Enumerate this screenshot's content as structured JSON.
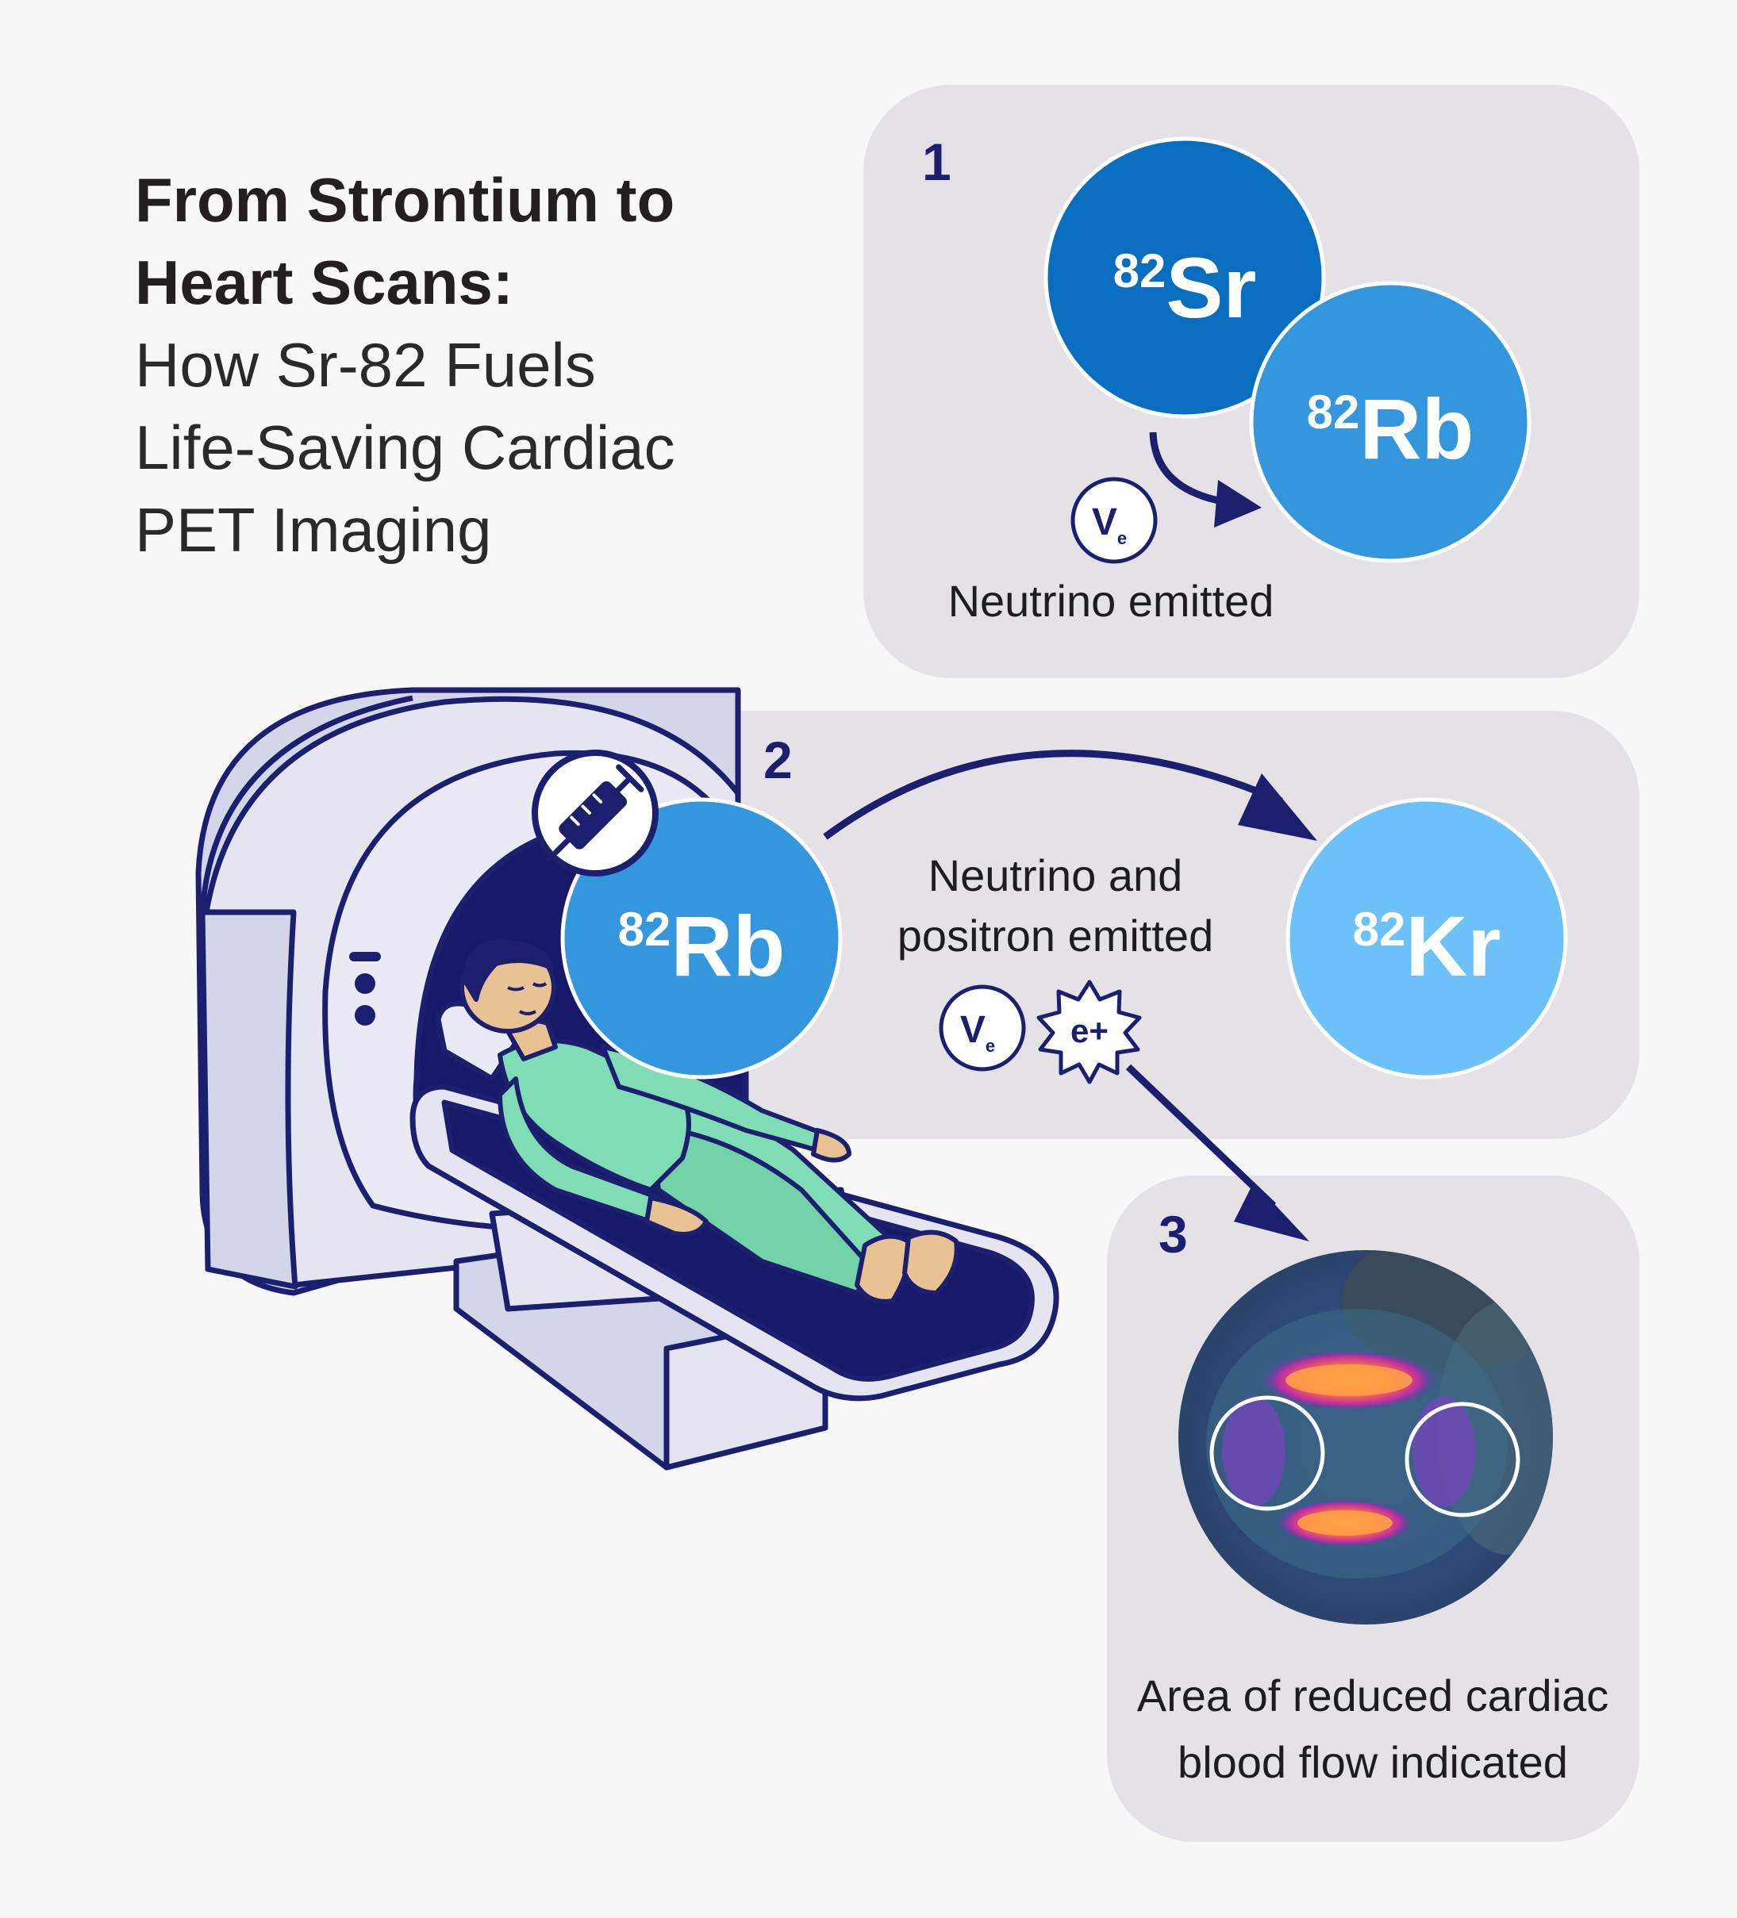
{
  "title": {
    "line1": "From Strontium to",
    "line2": "Heart Scans:",
    "line3": "How Sr-82 Fuels",
    "line4": "Life-Saving Cardiac",
    "line5": "PET Imaging"
  },
  "step1": {
    "number": "1",
    "parent": {
      "mass": "82",
      "symbol": "Sr"
    },
    "daughter": {
      "mass": "82",
      "symbol": "Rb"
    },
    "particle": {
      "symbol": "V",
      "sub": "e"
    },
    "caption": "Neutrino emitted"
  },
  "step2": {
    "number": "2",
    "parent": {
      "mass": "82",
      "symbol": "Rb"
    },
    "daughter": {
      "mass": "82",
      "symbol": "Kr"
    },
    "caption_line1": "Neutrino and",
    "caption_line2": "positron emitted",
    "neutrino": {
      "symbol": "V",
      "sub": "e"
    },
    "positron": "e+"
  },
  "step3": {
    "number": "3",
    "caption_line1": "Area of reduced cardiac",
    "caption_line2": "blood flow indicated"
  },
  "colors": {
    "navy": "#1b1f6e",
    "sr_blue": "#0a6ec0",
    "rb_blue": "#3497de",
    "kr_blue": "#6cc2f8",
    "panel": "#e4e2e7",
    "scanner": "#d3d6e8",
    "gown": "#7fdcb4",
    "skin": "#e9c293"
  }
}
